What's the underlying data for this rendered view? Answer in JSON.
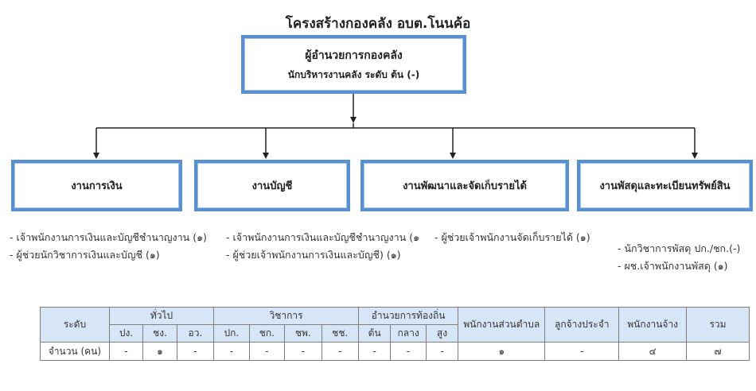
{
  "title": "โครงสร้างกองคลัง  อบต.โนนค้อ",
  "top_box": {
    "title": "ผู้อำนวยการกองคลัง",
    "subtitle": "นักบริหารงานคลัง ระดับ ต้น (-)"
  },
  "divisions": [
    {
      "name": "งานการเงิน",
      "staff": [
        "- เจ้าพนักงานการเงินและบัญชีชำนาญงาน (๑)",
        "- ผู้ช่วยนักวิชาการเงินและบัญชี (๑)"
      ]
    },
    {
      "name": "งานบัญชี",
      "staff": [
        "- เจ้าพนักงานการเงินและบัญชีชำนาญงาน (๑",
        "- ผู้ช่วยเจ้าพนักงานการเงินและบัญชี) (๑)"
      ]
    },
    {
      "name": "งานพัฒนาและจัดเก็บรายได้",
      "staff": [
        "- ผู้ช่วยเจ้าพนักงานจัดเก็บรายได้ (๑)"
      ]
    },
    {
      "name": "งานพัสดุและทะเบียนทรัพย์สิน",
      "staff": [
        "- นักวิชาการพัสดุ ปก./ชก.(-)",
        "- ผช.เจ้าพนักงานพัสดุ (๑)"
      ]
    }
  ],
  "table": {
    "level_label": "ระดับ",
    "groups": {
      "general": "ทั่วไป",
      "academic": "วิชาการ",
      "local_admin": "อำนวยการท้องถิ่น",
      "tambon_staff": "พนักงานส่วนตำบล",
      "permanent_employee": "ลูกจ้างประจำ",
      "contract_employee": "พนักงานจ้าง",
      "total": "รวม"
    },
    "sub_headers": [
      "ปง.",
      "ชง.",
      "อว.",
      "ปก.",
      "ชก.",
      "ชพ.",
      "ชช.",
      "ต้น",
      "กลาง",
      "สูง"
    ],
    "row_label": "จำนวน (คน)",
    "values": [
      "-",
      "๑",
      "-",
      "-",
      "-",
      "-",
      "-",
      "-",
      "-",
      "-",
      "๑",
      "-",
      "๔",
      "๗"
    ]
  },
  "colors": {
    "box_border": "#5a8fd0",
    "table_header_bg": "#d7e6f6"
  }
}
